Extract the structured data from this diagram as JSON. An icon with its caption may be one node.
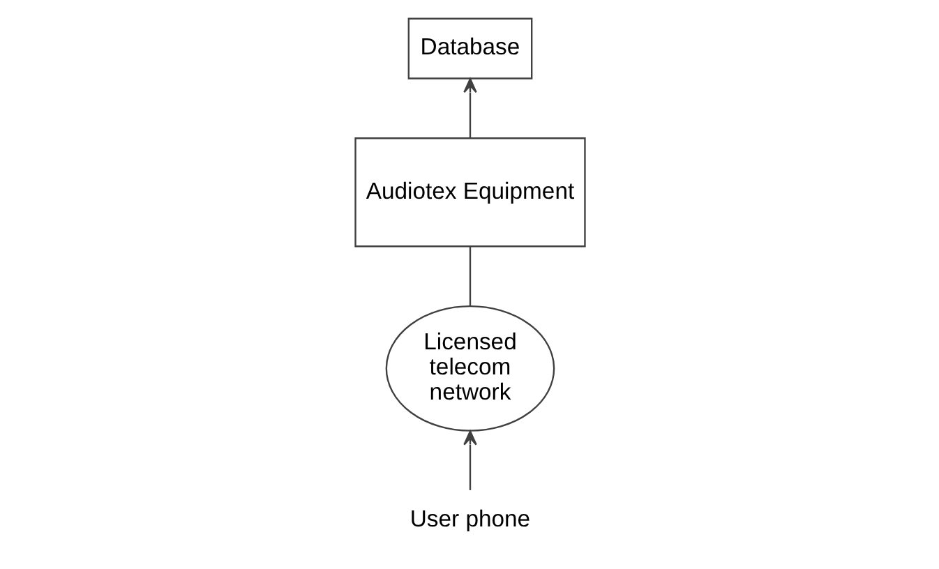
{
  "diagram": {
    "nodes": [
      {
        "text": [
          "User phone"
        ]
      },
      {
        "text": [
          "Licensed telecom network"
        ]
      },
      {
        "text": [
          "Audiotex Equipment"
        ]
      },
      {
        "text": [
          "Database"
        ]
      }
    ],
    "edges": [
      {
        "from": 0,
        "to": 1,
        "arrow": "to"
      },
      {
        "from": 1,
        "to": 2,
        "arrow": "none"
      },
      {
        "from": 2,
        "to": 3,
        "arrow": "to"
      }
    ]
  }
}
